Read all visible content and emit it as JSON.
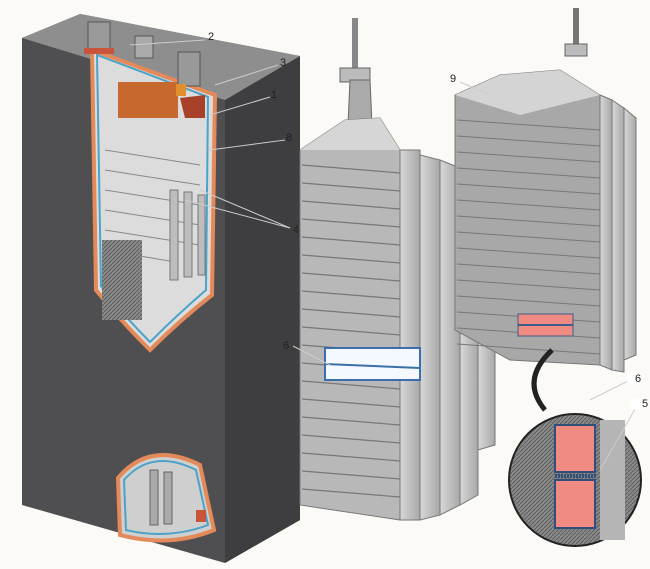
{
  "labels": {
    "l2": "2",
    "l3": "3",
    "l1": "1",
    "l8": "8",
    "l4": "4",
    "l6_left": "6",
    "l9": "9",
    "l6_right": "6",
    "l5": "5"
  },
  "colors": {
    "casing": "#5a5a5c",
    "separator": "#e48a5a",
    "insulator": "#4aa3c8",
    "positive_pocket": "#f08b84",
    "plate": "#c9c9c9"
  }
}
